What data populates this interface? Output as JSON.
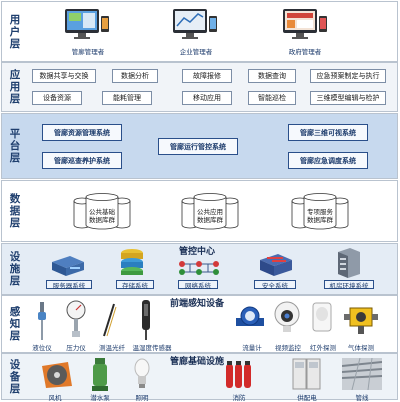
{
  "layers": {
    "user": "用户层",
    "app": "应用层",
    "platform": "平台层",
    "data": "数据层",
    "facility": "设施层",
    "sensing": "感知层",
    "equipment": "设备层"
  },
  "user_layer": {
    "roles": [
      "管廊管理者",
      "企业管理者",
      "政府管理者"
    ]
  },
  "app_layer": {
    "items": [
      "数据共享与交换",
      "数据分析",
      "故障报修",
      "数据查询",
      "应急预案制定与执行",
      "设备资源",
      "能耗管理",
      "移动应用",
      "智能巡检",
      "三维模型编辑与检护"
    ]
  },
  "platform_layer": {
    "left_top": "管廊资源管理系统",
    "left_bottom": "管廊巡查养护系统",
    "center": "管廊运行管控系统",
    "right_top": "管廊三维可视系统",
    "right_bottom": "管廊应急调度系统"
  },
  "data_layer": {
    "databases": [
      {
        "line1": "公共基础",
        "line2": "数据库群"
      },
      {
        "line1": "公共应用",
        "line2": "数据库群"
      },
      {
        "line1": "专项服务",
        "line2": "数据库群"
      }
    ]
  },
  "facility_layer": {
    "title": "管控中心",
    "items": [
      "服务器系统",
      "存储系统",
      "网络系统",
      "安全系统",
      "机房环境系统"
    ]
  },
  "sensing_layer": {
    "title": "前端感知设备",
    "items": [
      "液位仪",
      "压力仪",
      "测温光纤",
      "温湿度传感器",
      "流量计",
      "视频监控",
      "红外探测",
      "气体探测"
    ]
  },
  "equipment_layer": {
    "title": "管廊基础设施",
    "items": [
      "风机",
      "潜水泵",
      "照明",
      "消防",
      "供配电",
      "管线"
    ]
  }
}
